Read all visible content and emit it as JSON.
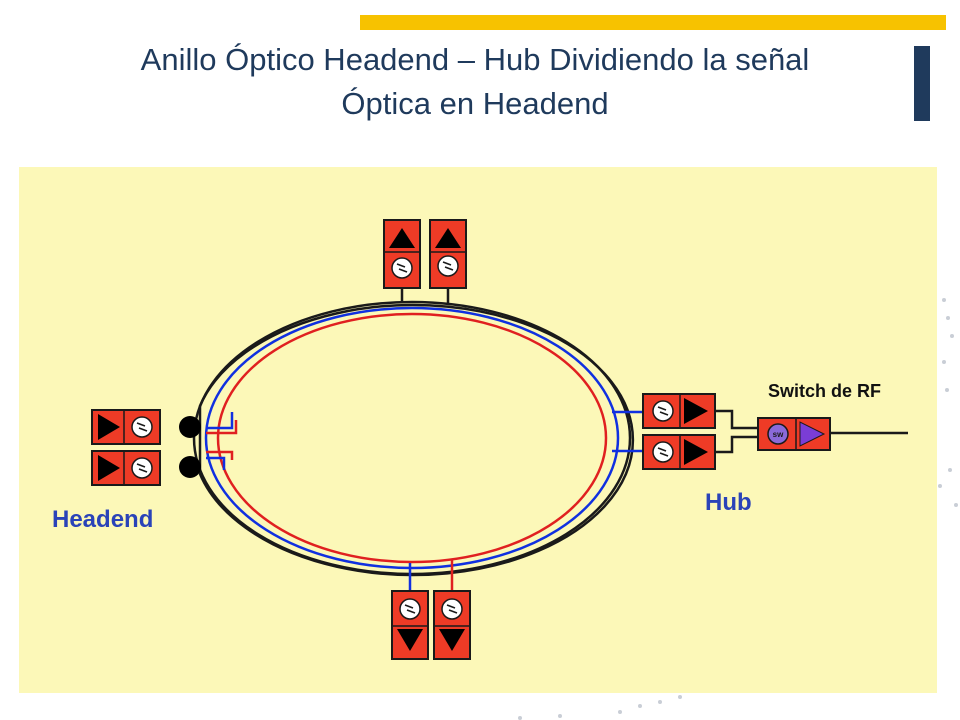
{
  "slide": {
    "title_line1": "Anillo Óptico Headend – Hub Dividiendo la señal",
    "title_line2": "Óptica en Headend"
  },
  "diagram": {
    "headend_label": "Headend",
    "hub_label": "Hub",
    "switch_label": "Switch de RF",
    "switch_badge": "sw",
    "receiver_glyph": "=",
    "colors": {
      "background": "#fcf8b8",
      "module_fill": "#ee3b26",
      "module_border": "#1a1a1a",
      "ring_blue": "#1030e0",
      "ring_red": "#e02020",
      "label_blue": "#2a43b8",
      "switch_triangle": "#7a3dd6",
      "accent_bar": "#f7c200",
      "title_color": "#1f3a5c"
    }
  }
}
